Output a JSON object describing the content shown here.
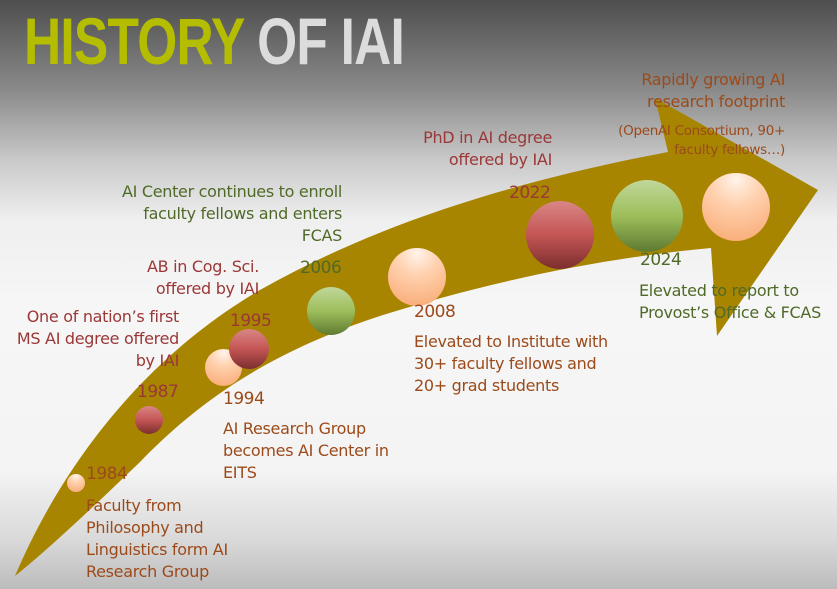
{
  "title": {
    "part1": "HISTORY",
    "part2": "OF IAI"
  },
  "colors": {
    "title_accent": "#b5bd00",
    "title_light": "#dcdcdc",
    "arrow": "#a88500",
    "text_brown": "#9c4a1a",
    "text_red": "#9b3737",
    "text_green": "#4f6a28"
  },
  "milestones": [
    {
      "year": "1984",
      "dot": "peach",
      "text": [
        "Faculty from",
        "Philosophy and",
        "Linguistics form AI",
        "Research Group"
      ]
    },
    {
      "year": "1987",
      "dot": "red",
      "text": [
        "One of nation’s first",
        "MS AI degree offered",
        "by IAI"
      ]
    },
    {
      "year": "1994",
      "dot": "peach",
      "text": [
        "AI Research Group",
        "becomes AI Center in",
        "EITS"
      ]
    },
    {
      "year": "1995",
      "dot": "red",
      "text": [
        "AB in Cog. Sci.",
        "offered by IAI"
      ]
    },
    {
      "year": "2006",
      "dot": "green",
      "text": [
        "AI Center continues to enroll",
        "faculty fellows and enters",
        "FCAS"
      ]
    },
    {
      "year": "2008",
      "dot": "peach",
      "text": [
        "Elevated to Institute with",
        "30+ faculty fellows and",
        "20+ grad students"
      ]
    },
    {
      "year": "2022",
      "dot": "red",
      "text": [
        "PhD in AI degree",
        "offered by IAI"
      ]
    },
    {
      "year": "2024",
      "dot": "green",
      "text": [
        "Elevated to report to",
        "Provost’s Office & FCAS"
      ]
    },
    {
      "year": "",
      "dot": "peach",
      "text": [
        "Rapidly growing AI",
        "research footprint"
      ],
      "subtext": [
        "(OpenAI Consortium, 90+",
        "faculty fellows…)"
      ]
    }
  ]
}
